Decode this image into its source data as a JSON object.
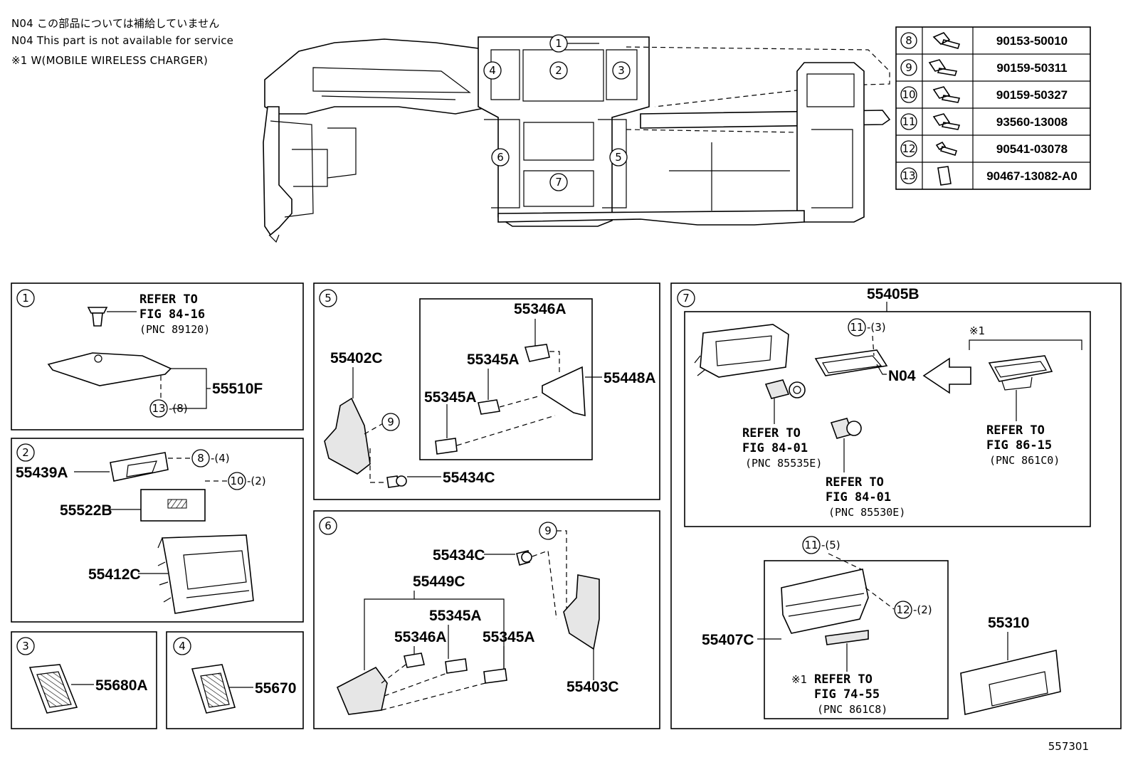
{
  "notes": [
    "N04 この部品については補給していません",
    "N04 This part is not available for service",
    "※1 W(MOBILE WIRELESS CHARGER)"
  ],
  "footer_code": "557301",
  "fastener_table": [
    {
      "ref": "8",
      "part": "90153-50010"
    },
    {
      "ref": "9",
      "part": "90159-50311"
    },
    {
      "ref": "10",
      "part": "90159-50327"
    },
    {
      "ref": "11",
      "part": "93560-13008"
    },
    {
      "ref": "12",
      "part": "90541-03078"
    },
    {
      "ref": "13",
      "part": "90467-13082-A0"
    }
  ],
  "main_callouts": [
    "1",
    "2",
    "3",
    "4",
    "5",
    "6",
    "7"
  ],
  "panel1": {
    "num": "1",
    "ref": [
      "REFER TO",
      "FIG 84-16",
      "(PNC 89120)"
    ],
    "part": "55510F",
    "fastener": {
      "ref": "13",
      "qty": "-(8)"
    }
  },
  "panel2": {
    "num": "2",
    "parts": [
      "55439A",
      "55522B",
      "55412C"
    ],
    "fasteners": [
      {
        "ref": "8",
        "qty": "-(4)"
      },
      {
        "ref": "10",
        "qty": "-(2)"
      }
    ]
  },
  "panel3": {
    "num": "3",
    "part": "55680A"
  },
  "panel4": {
    "num": "4",
    "part": "55670"
  },
  "panel5": {
    "num": "5",
    "parts": [
      "55346A",
      "55345A",
      "55345A",
      "55448A",
      "55402C",
      "55434C"
    ],
    "fastener": {
      "ref": "9"
    }
  },
  "panel6": {
    "num": "6",
    "parts": [
      "55434C",
      "55449C",
      "55345A",
      "55346A",
      "55345A",
      "55403C"
    ],
    "fastener": {
      "ref": "9"
    }
  },
  "panel7": {
    "num": "7",
    "top_part": "55405B",
    "n04": "N04",
    "mark": "※1",
    "mark_refer": "※1",
    "fasteners": [
      {
        "ref": "11",
        "qty": "-(3)"
      },
      {
        "ref": "11",
        "qty": "-(5)"
      },
      {
        "ref": "12",
        "qty": "-(2)"
      }
    ],
    "refs": [
      [
        "REFER TO",
        "FIG 84-01",
        "(PNC 85535E)"
      ],
      [
        "REFER TO",
        "FIG 84-01",
        "(PNC 85530E)"
      ],
      [
        "REFER TO",
        "FIG 86-15",
        "(PNC 861C0)"
      ],
      [
        "REFER TO",
        "FIG 74-55",
        "(PNC 861C8)"
      ]
    ],
    "parts": [
      "55407C",
      "55310"
    ]
  }
}
